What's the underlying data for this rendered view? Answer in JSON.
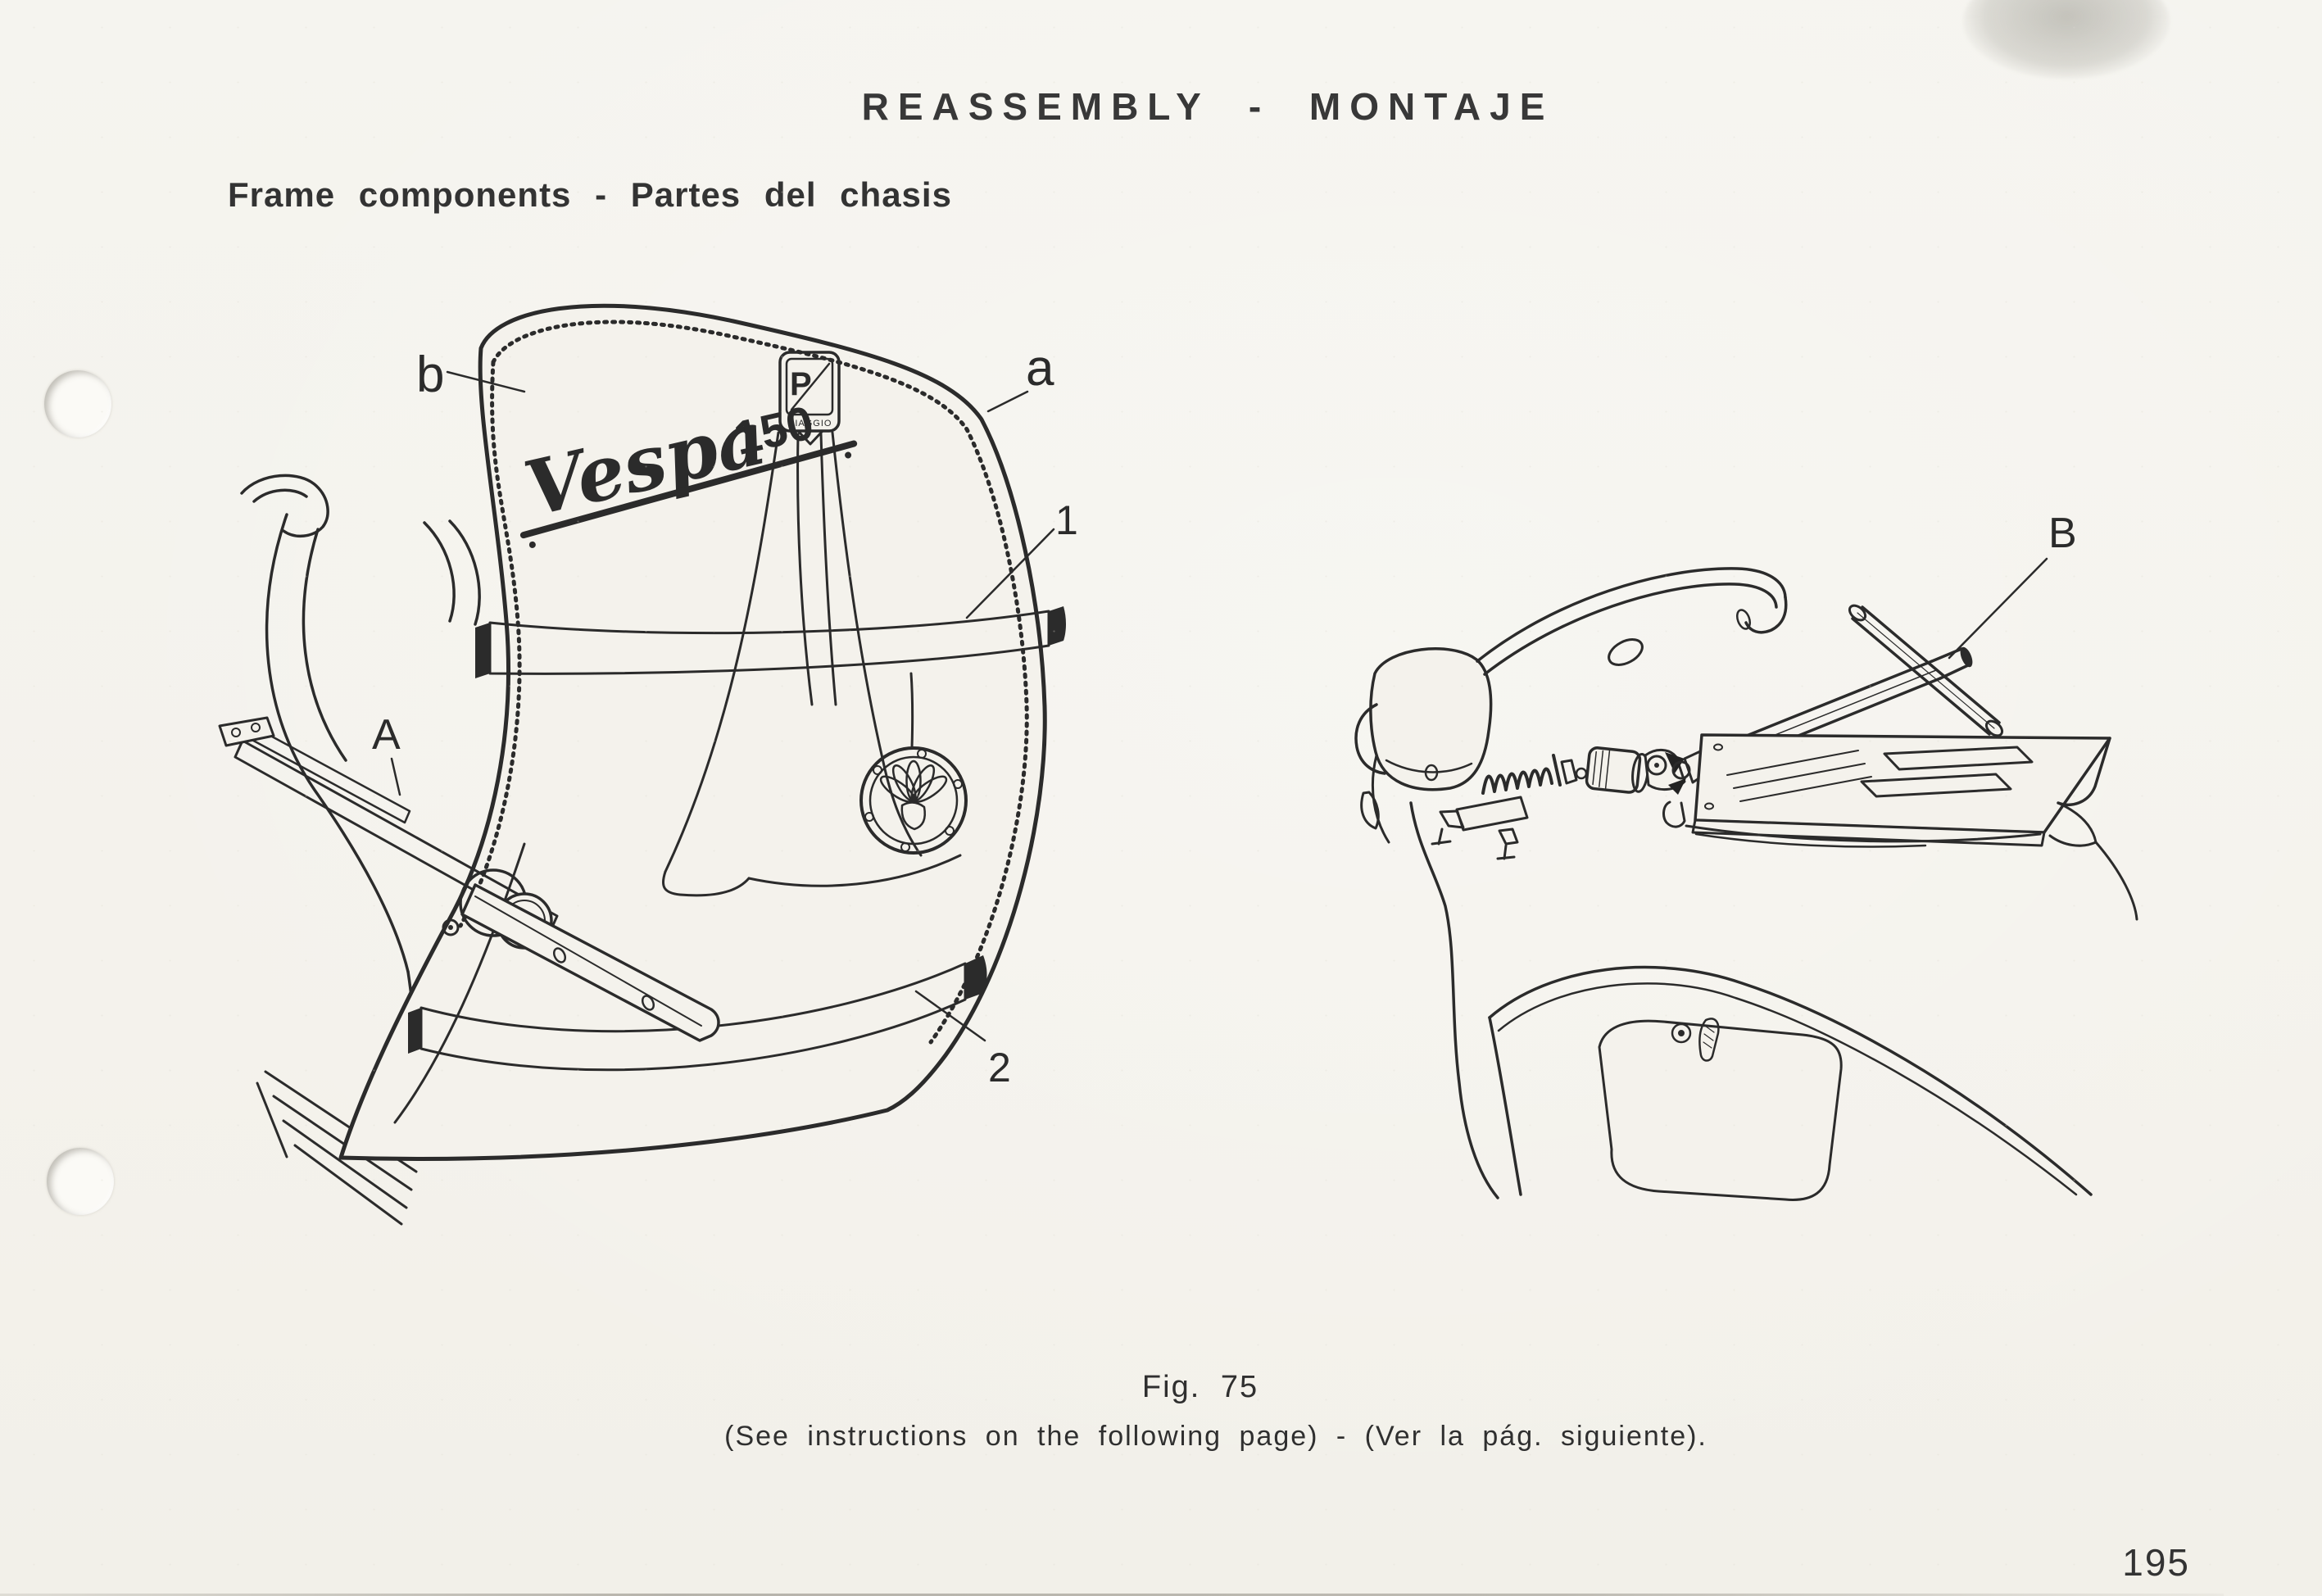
{
  "page": {
    "title": "REASSEMBLY - MONTAJE",
    "subtitle": "Frame components - Partes del chasis",
    "fig_label": "Fig. 75",
    "caption": "(See instructions on the following page) - (Ver la pág. siguiente).",
    "page_number": "195"
  },
  "figure_left": {
    "description": "Front legshield of Vespa 150 with protective rubber straps and stand clamp",
    "labels": {
      "b": "b",
      "a": "a",
      "one": "1",
      "A": "A",
      "two": "2"
    },
    "logo_script": "Vespa",
    "logo_model": "150",
    "badge_letter": "P",
    "badge_text": "PIAGGIO"
  },
  "figure_right": {
    "description": "Rear frame with T-socket wrench fitted on shock absorber mount",
    "labels": {
      "B": "B"
    }
  },
  "colors": {
    "paper": "#f4f2ec",
    "ink": "#2b2b2b",
    "heading": "#383838"
  }
}
